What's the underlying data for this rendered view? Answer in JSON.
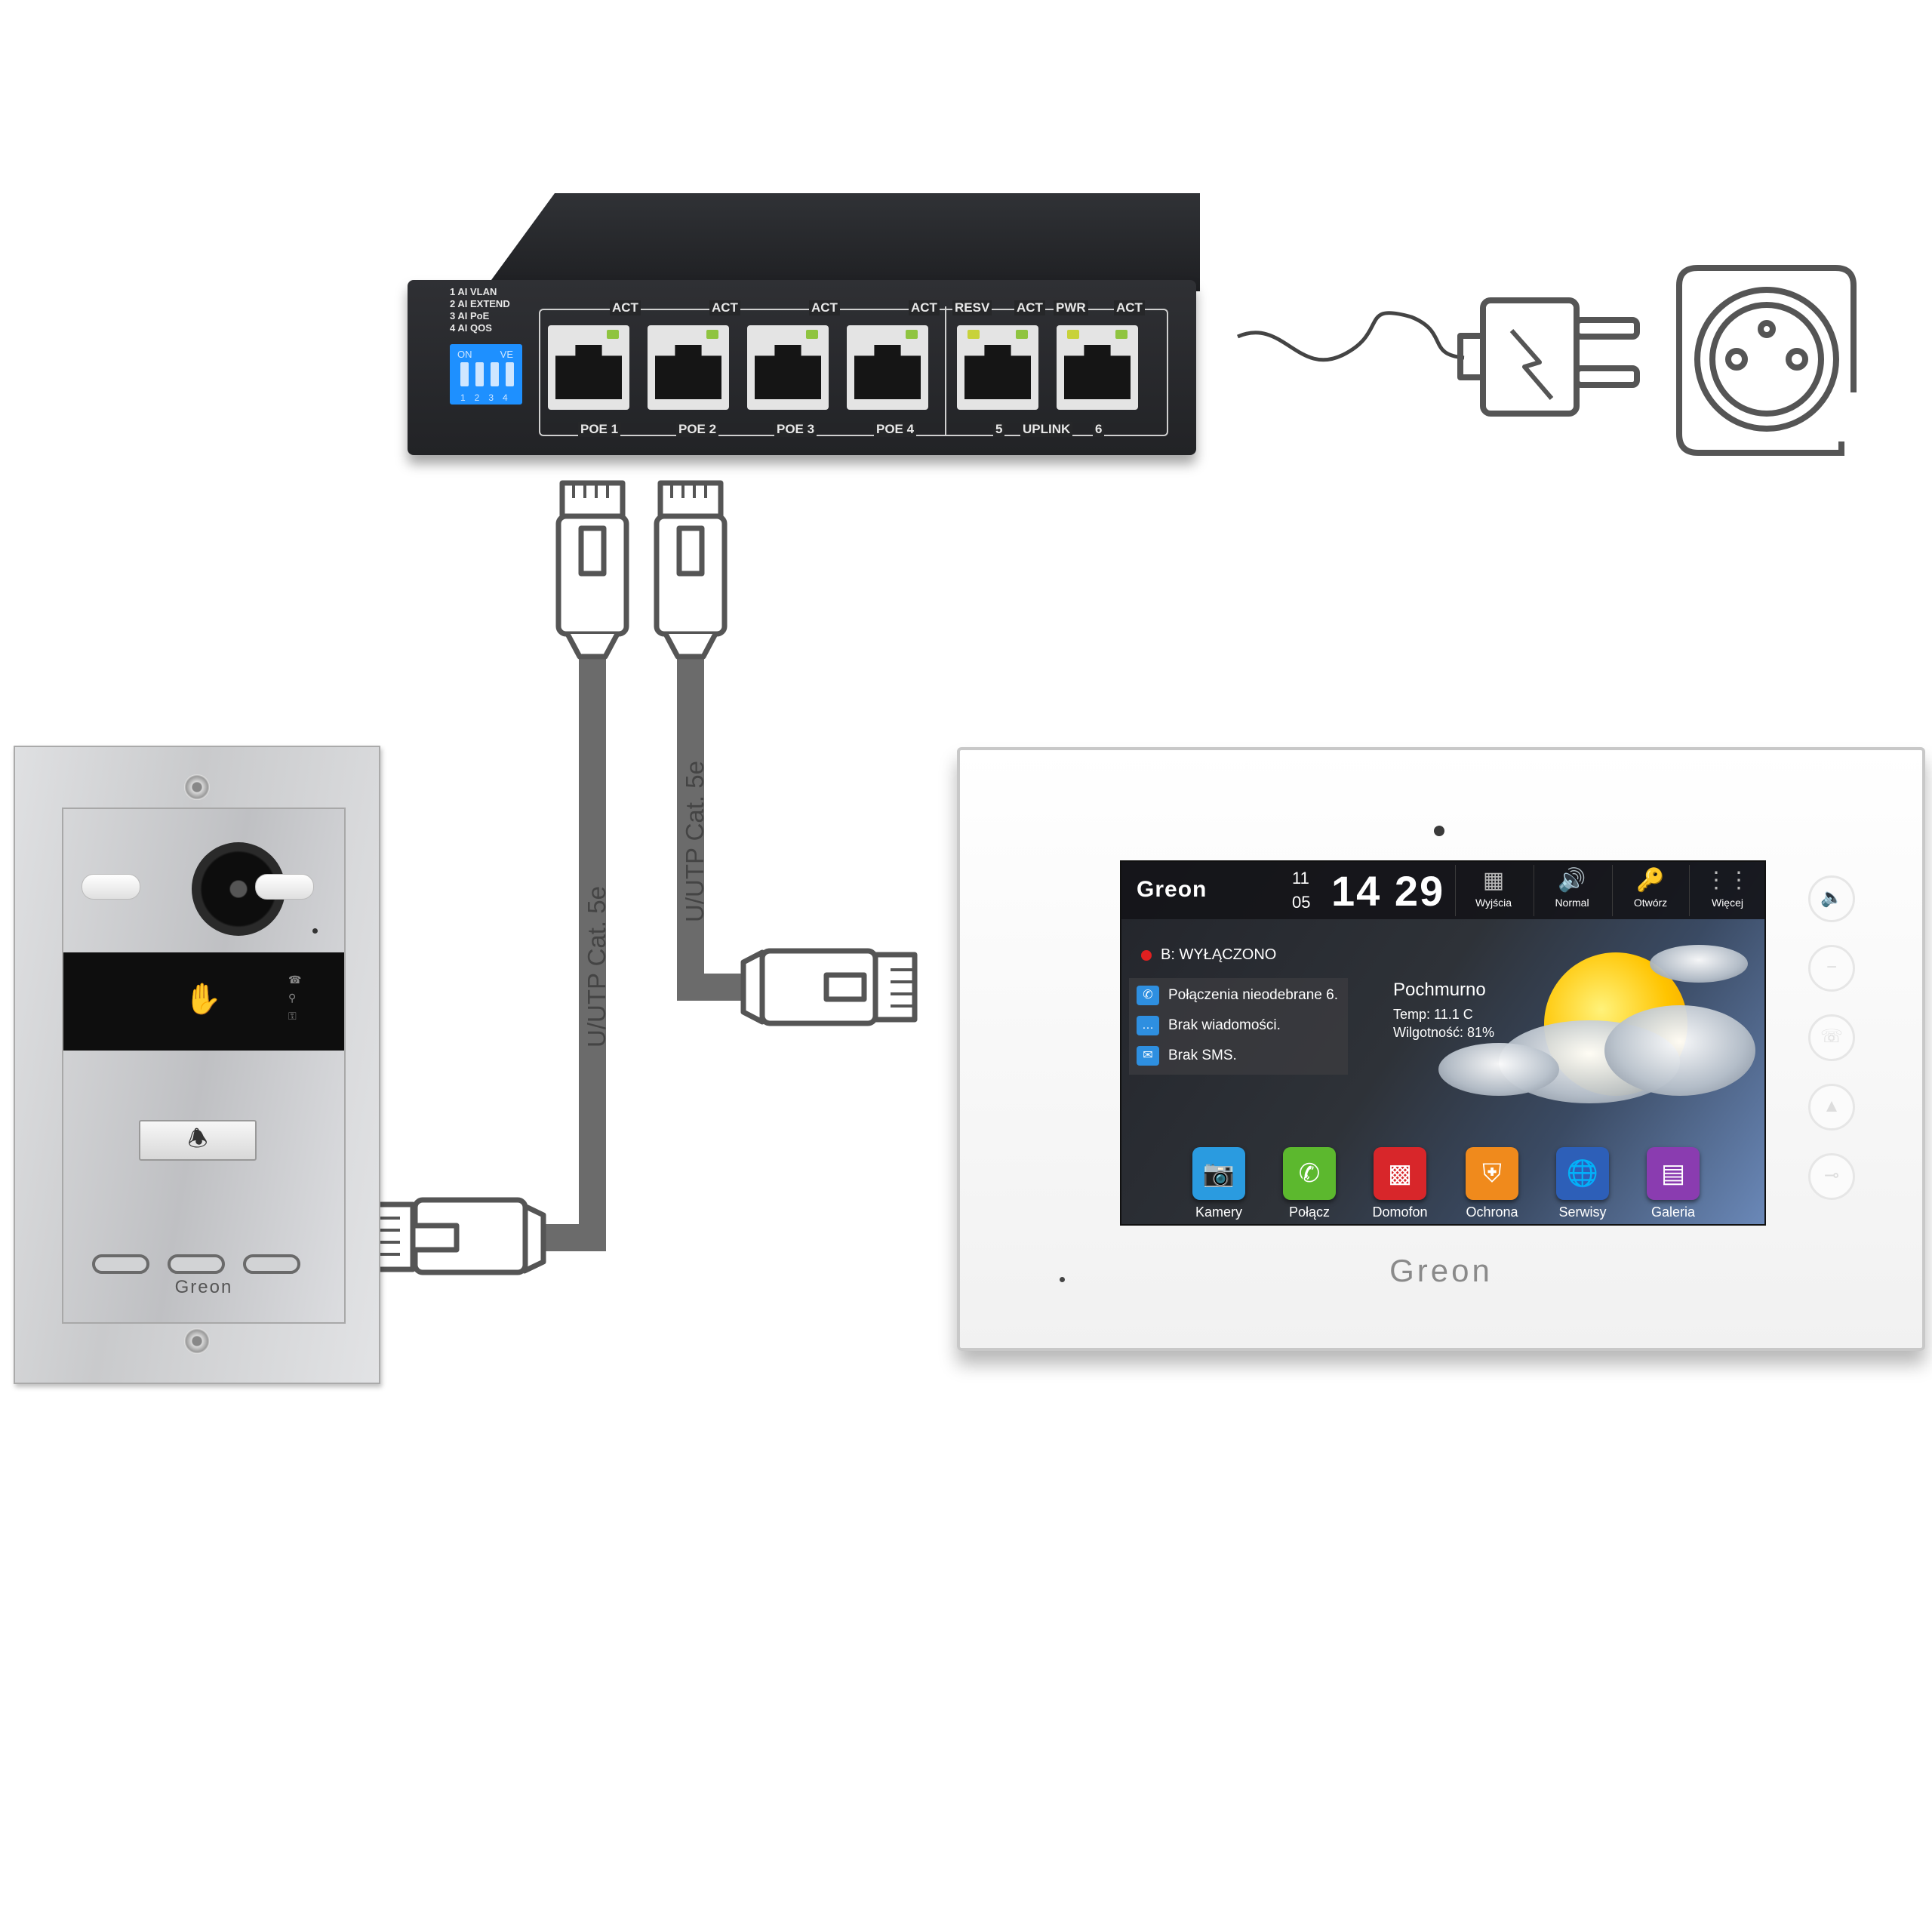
{
  "switch": {
    "dip_labels": [
      "1 AI VLAN",
      "2 AI EXTEND",
      "3 AI PoE",
      "4 AI QOS"
    ],
    "dip_on": "ON",
    "dip_ve": "VE",
    "dip_numbers": "1234",
    "top_labels": [
      "ACT",
      "ACT",
      "ACT",
      "ACT",
      "RESV",
      "ACT",
      "PWR",
      "ACT"
    ],
    "bottom_labels": [
      "POE 1",
      "POE 2",
      "POE 3",
      "POE 4",
      "5",
      "UPLINK",
      "6"
    ]
  },
  "cables": {
    "label_left": "U/UTP Cat. 5e",
    "label_right": "U/UTP Cat. 5e"
  },
  "door_station": {
    "brand": "Greon"
  },
  "monitor": {
    "brand": "Greon",
    "screen": {
      "brand": "Greon",
      "date_day": "11",
      "date_month": "05",
      "time": "14 29",
      "top_buttons": [
        "Wyjścia",
        "Normal",
        "Otwórz",
        "Więcej"
      ],
      "status": "B: WYŁĄCZONO",
      "messages": [
        "Połączenia nieodebrane 6.",
        "Brak wiadomości.",
        "Brak SMS."
      ],
      "weather_title": "Pochmurno",
      "weather_temp": "Temp: 11.1 C",
      "weather_humidity": "Wilgotność: 81%",
      "apps": [
        "Kamery",
        "Połącz",
        "Domofon",
        "Ochrona",
        "Serwisy",
        "Galeria"
      ]
    }
  },
  "colors": {
    "cable": "#6b6b6b",
    "switch_body": "#262729",
    "dip_switch": "#1e90ff",
    "app_kamery": "#2a9be0",
    "app_polacz": "#5cb82e",
    "app_domofon": "#d8262a",
    "app_ochrona": "#f08a1c",
    "app_serwisy": "#2d5fb8",
    "app_galeria": "#8a3cb0"
  }
}
